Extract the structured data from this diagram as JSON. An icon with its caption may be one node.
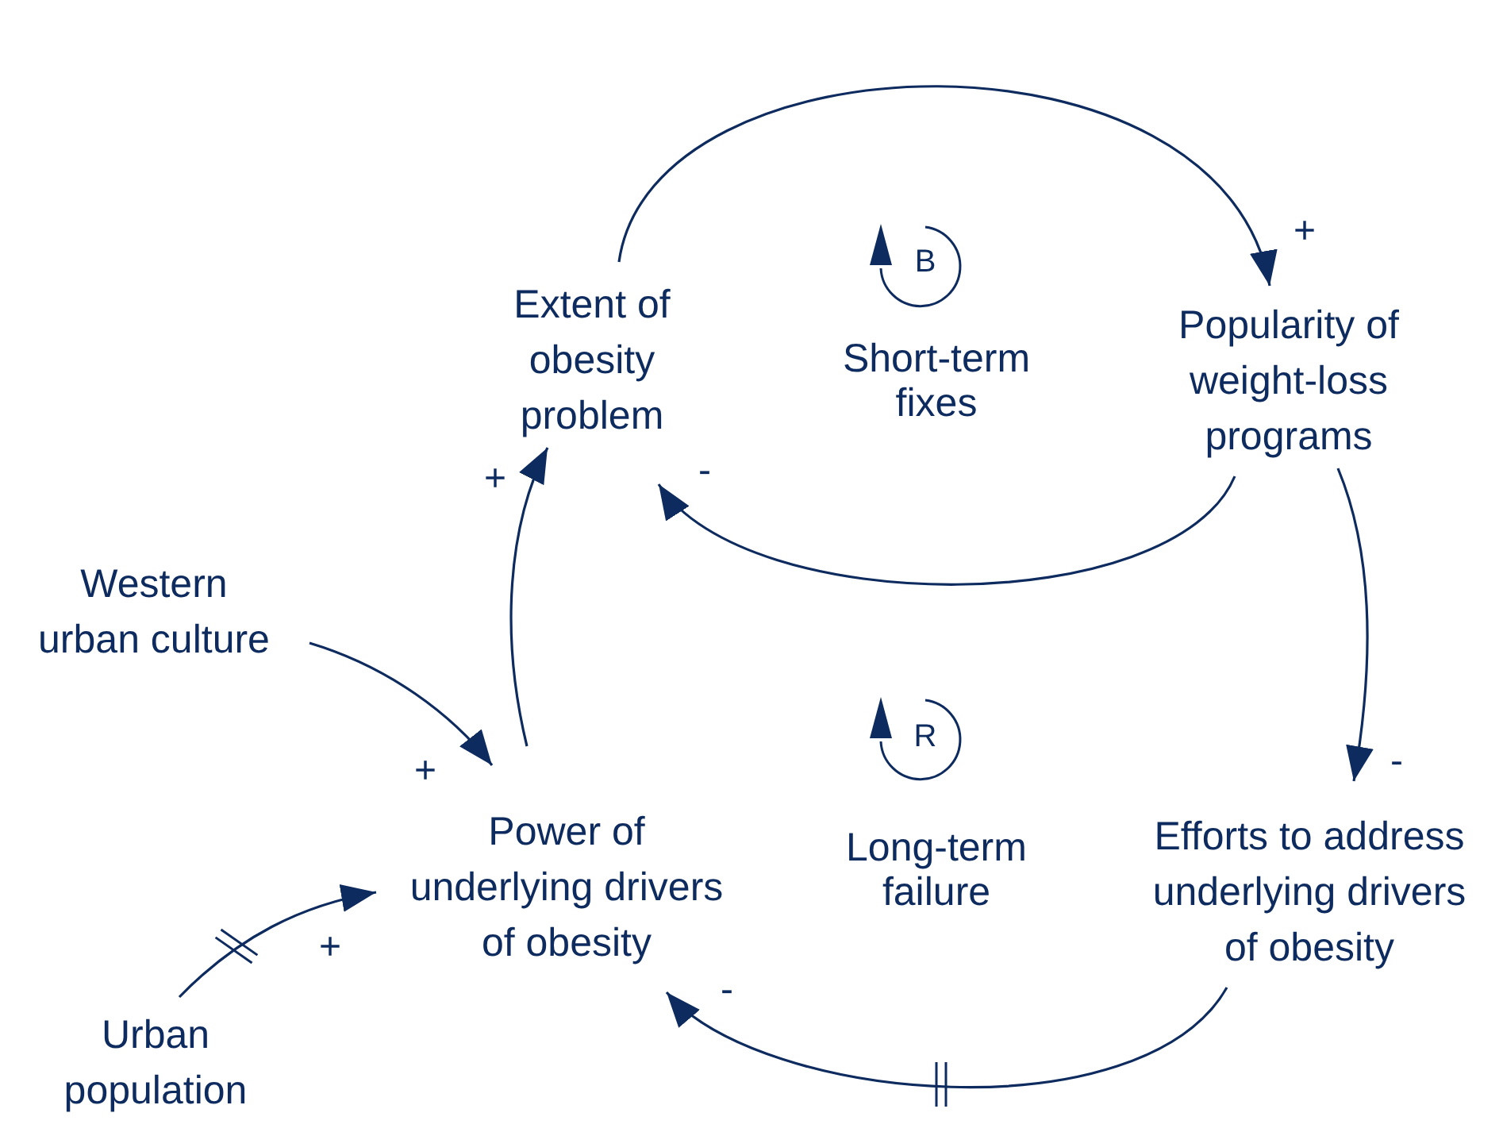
{
  "diagram": {
    "nodes": [
      {
        "text": [
          "Extent of obesity problem"
        ]
      },
      {
        "text": [
          "Popularity of weight-loss programs"
        ]
      },
      {
        "text": [
          "Western urban culture"
        ]
      },
      {
        "text": [
          "Power of underlying drivers of obesity"
        ]
      },
      {
        "text": [
          "Efforts to address underlying drivers of obesity"
        ]
      },
      {
        "text": [
          "Urban population"
        ]
      }
    ],
    "edges": [
      {
        "from": 0,
        "to": 1,
        "arrow": "to",
        "label": "+"
      },
      {
        "from": 1,
        "to": 0,
        "arrow": "to",
        "label": "-"
      },
      {
        "from": 1,
        "to": 4,
        "arrow": "to",
        "label": "-"
      },
      {
        "from": 4,
        "to": 3,
        "arrow": "to",
        "label": "-"
      },
      {
        "from": 3,
        "to": 0,
        "arrow": "to",
        "label": "+"
      },
      {
        "from": 2,
        "to": 3,
        "arrow": "to",
        "label": "+"
      },
      {
        "from": 5,
        "to": 3,
        "arrow": "to",
        "label": "+"
      }
    ],
    "labels": [
      "B",
      "Short-term fixes",
      "R",
      "Long-term failure"
    ]
  }
}
